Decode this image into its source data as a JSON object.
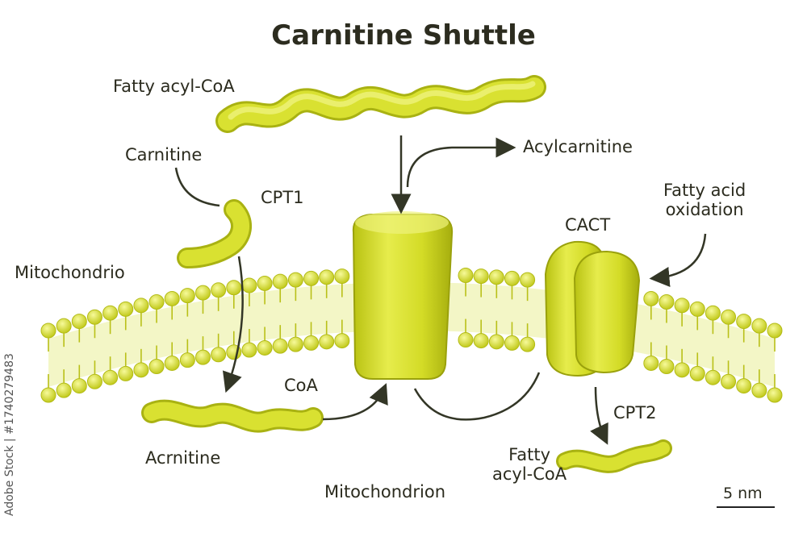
{
  "title": "Carnitine Shuttle",
  "labels": {
    "fatty_acyl_coa_top": "Fatty acyl-CoA",
    "carnitine": "Carnitine",
    "cpt1": "CPT1",
    "mitochondrio": "Mitochondrio",
    "acylcarnitine": "Acylcarnitine",
    "cact": "CACT",
    "fatty_acid_oxidation_1": "Fatty acid",
    "fatty_acid_oxidation_2": "oxidation",
    "coa": "CoA",
    "acrnitine": "Acrnitine",
    "cpt2": "CPT2",
    "fatty_acyl_coa_bottom_1": "Fatty",
    "fatty_acyl_coa_bottom_2": "acyl-CoA",
    "mitochondrion": "Mitochondrion",
    "scale": "5 nm",
    "side_id": "Adobe Stock | #1740279483"
  },
  "colors": {
    "molecule": "#d7e02a",
    "molecule_dark": "#a9b212",
    "membrane_head": "#dfe34a",
    "arrow": "#333626",
    "text": "#2b2b1e"
  }
}
